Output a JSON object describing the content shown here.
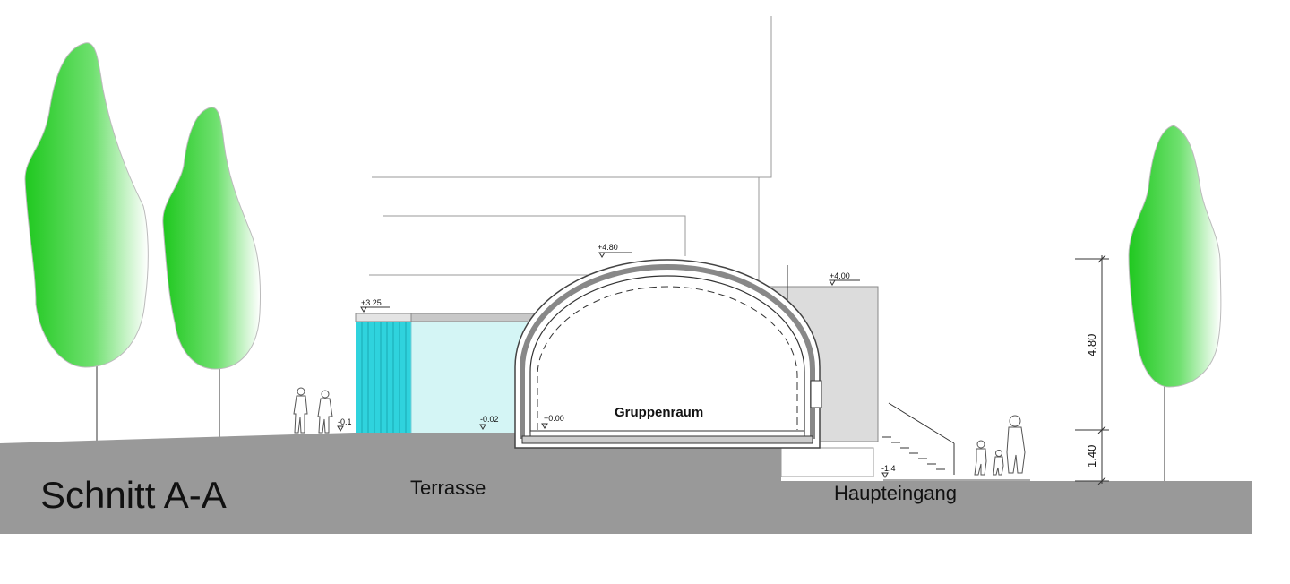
{
  "drawing": {
    "title": "Schnitt A-A",
    "spaces": {
      "room": "Gruppenraum",
      "terrace": "Terrasse",
      "entrance": "Haupteingang"
    },
    "levels": {
      "roof_dome": "+4.80",
      "roof_annex": "+4.00",
      "roof_terrace": "+3.25",
      "floor": "+0.00",
      "terrace": "-0.02",
      "path": "-0.1",
      "entrance": "-1.4"
    },
    "dimensions": {
      "upper": "4.80",
      "lower": "1.40"
    }
  },
  "colors": {
    "ground": "#999999",
    "glass_dark": "#2fd3dd",
    "glass_light": "#d4f5f5",
    "annex": "#dcdcdc",
    "tree_green": "#22cc22"
  }
}
